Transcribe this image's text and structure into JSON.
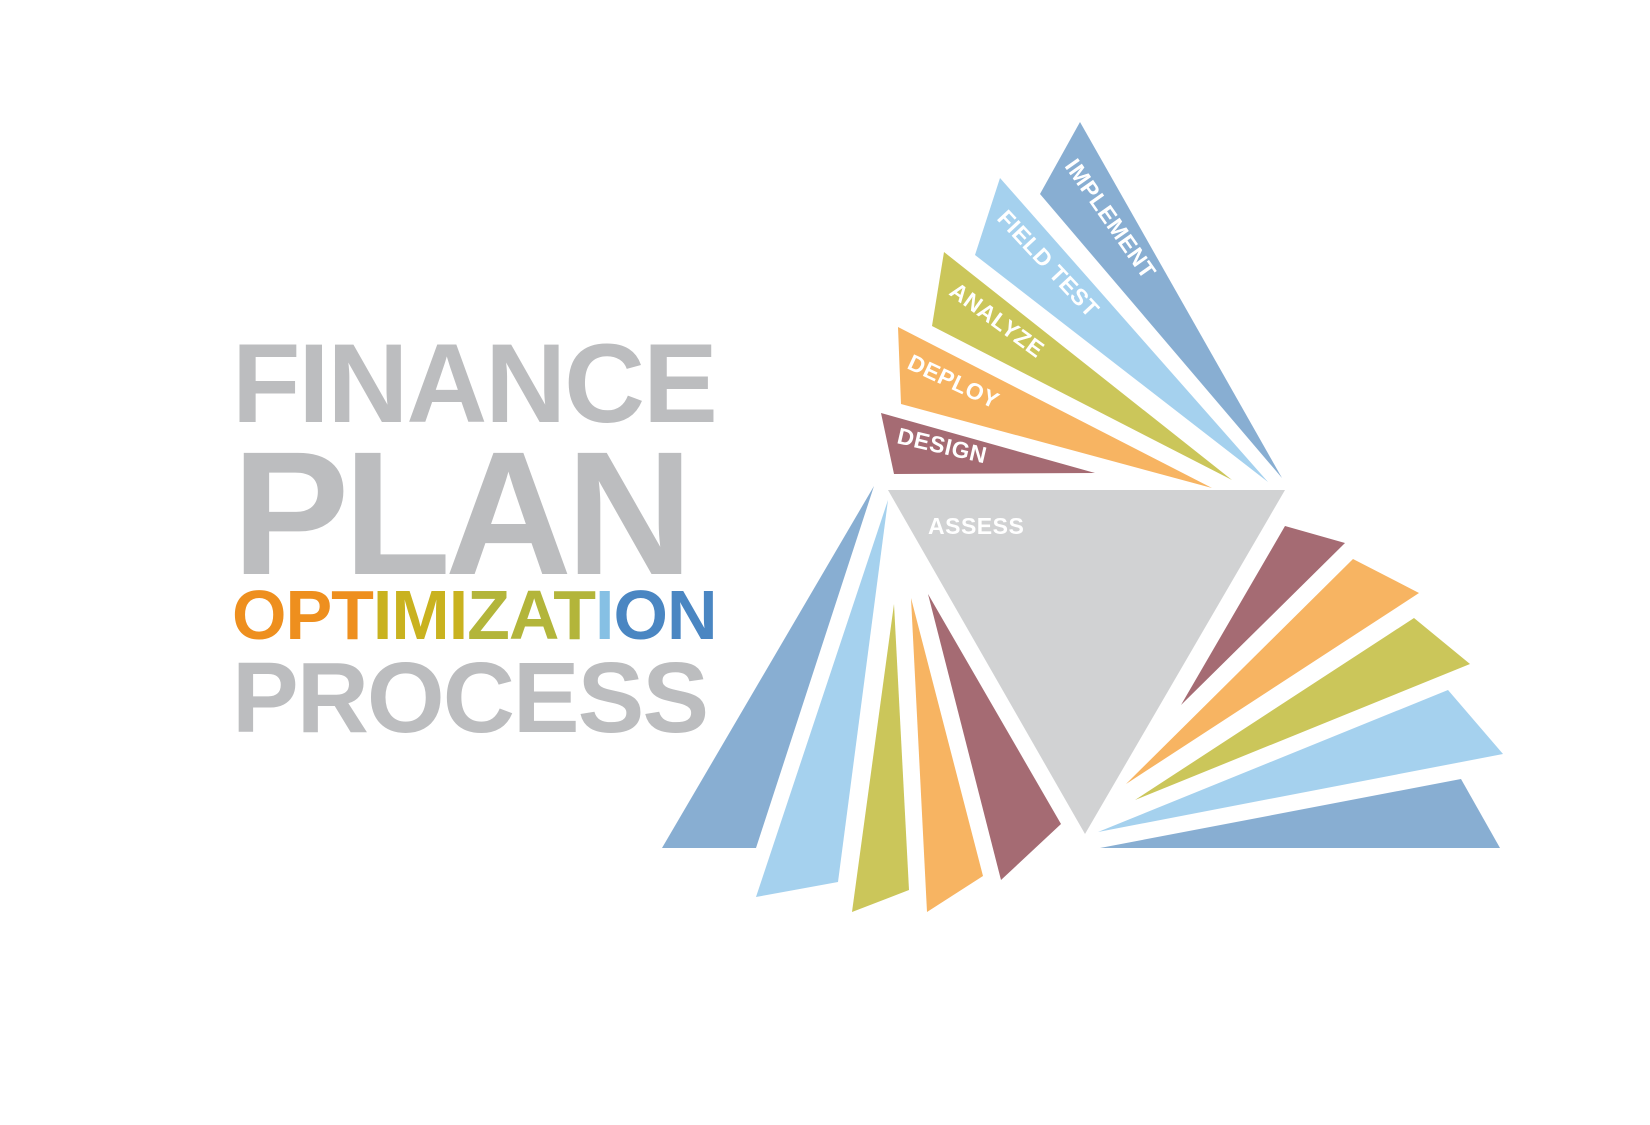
{
  "title": {
    "line1": "FINANCE",
    "line2": "PLAN",
    "line3": "OPTIMIZATION",
    "line4": "PROCESS"
  },
  "title_line3_colors": [
    "#ee8f1e",
    "#ee8f1e",
    "#ee8f1e",
    "#c9b21f",
    "#c9b21f",
    "#c9b21f",
    "#b3b53a",
    "#b3b53a",
    "#b3b53a",
    "#86c0e4",
    "#4a86c2",
    "#4a86c2"
  ],
  "title_gray": "#bcbdbf",
  "center_label": "ASSESS",
  "center_color": "#d1d2d3",
  "steps": [
    {
      "label": "DESIGN",
      "color": "#a56b73"
    },
    {
      "label": "DEPLOY",
      "color": "#f7b462"
    },
    {
      "label": "ANALYZE",
      "color": "#cbc65a"
    },
    {
      "label": "FIELD TEST",
      "color": "#a5d1ee"
    },
    {
      "label": "IMPLEMENT",
      "color": "#88aed2"
    }
  ]
}
